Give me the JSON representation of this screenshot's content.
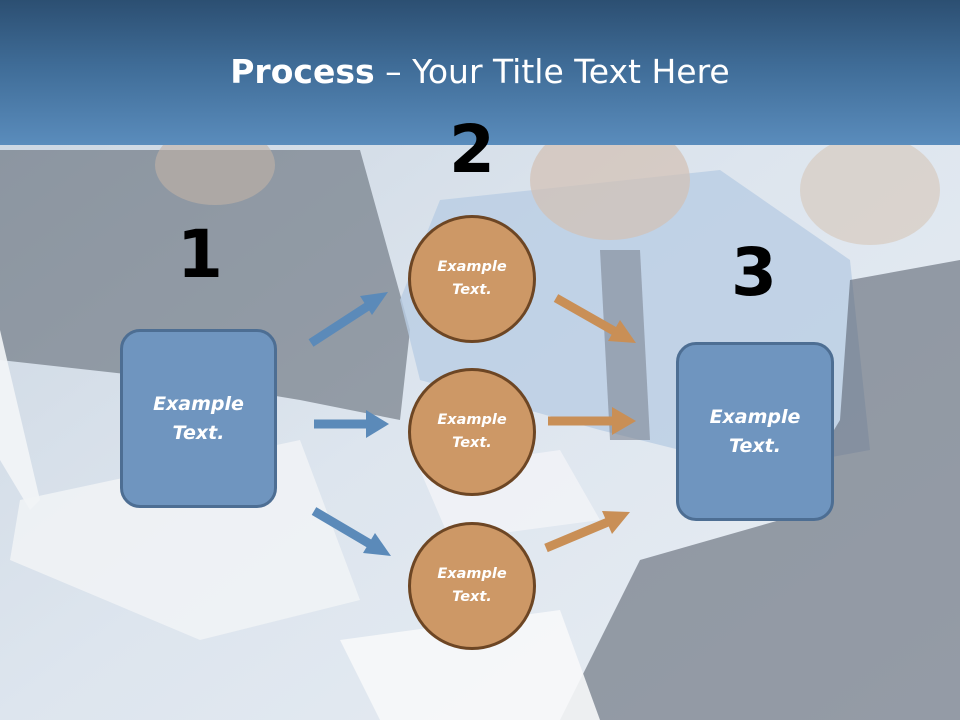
{
  "slide": {
    "title_bold": "Process",
    "title_rest": " – Your Title Text Here"
  },
  "steps": {
    "one": {
      "number": "1",
      "label": "Example Text."
    },
    "two": {
      "number": "2",
      "labels": [
        "Example Text.",
        "Example Text.",
        "Example Text."
      ]
    },
    "three": {
      "number": "3",
      "label": "Example Text."
    }
  },
  "colors": {
    "title_bar": "#3f6c97",
    "blue_box": "#6f95bf",
    "orange_circle": "#cd9866",
    "blue_arrow": "#5b8ab9",
    "orange_arrow": "#c98f56"
  }
}
